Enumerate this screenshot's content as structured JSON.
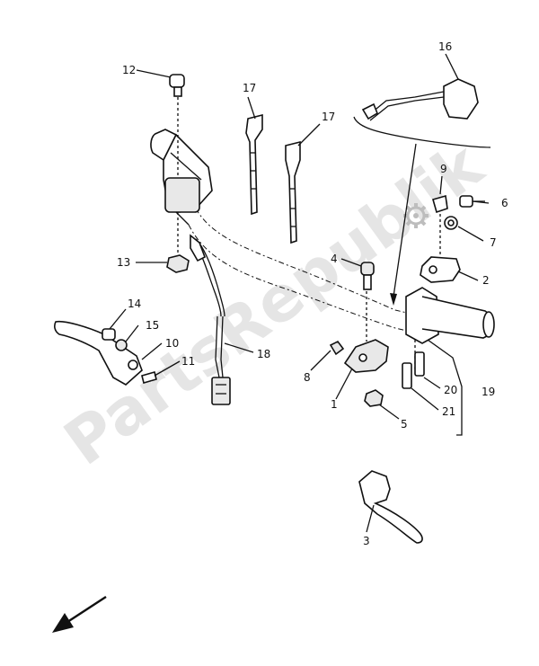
{
  "watermark": "PartsRepublik",
  "callouts": {
    "c1": "1",
    "c2": "2",
    "c3": "3",
    "c4": "4",
    "c5": "5",
    "c6": "6",
    "c7": "7",
    "c8": "8",
    "c9": "9",
    "c10": "10",
    "c11": "11",
    "c12": "12",
    "c13": "13",
    "c14": "14",
    "c15": "15",
    "c16": "16",
    "c17a": "17",
    "c17b": "17",
    "c18": "18",
    "c19": "19",
    "c20": "20",
    "c21": "21"
  },
  "icons": {
    "gear": "gear-icon",
    "direction_arrow": "arrow-down-left-icon"
  }
}
